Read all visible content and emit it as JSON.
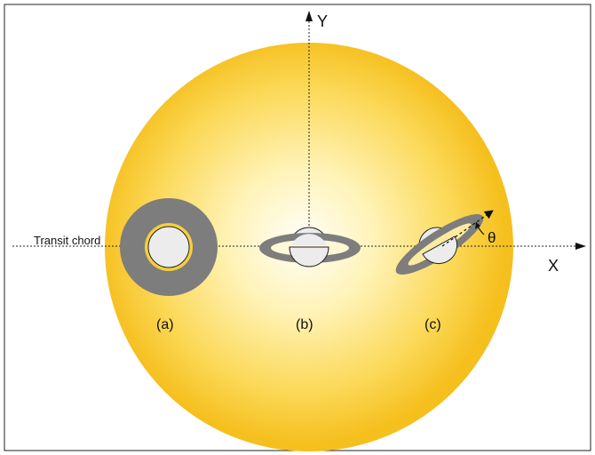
{
  "axes": {
    "y_label": "Y",
    "x_label": "X"
  },
  "chord": {
    "label": "Transit chord"
  },
  "panels": [
    {
      "label": "(a)",
      "inclination": "face-on"
    },
    {
      "label": "(b)",
      "inclination": "edge-on"
    },
    {
      "label": "(c)",
      "inclination": "tilted"
    }
  ],
  "angle": {
    "label": "θ"
  },
  "colors": {
    "star_center": "#fffdf4",
    "star_edge": "#f6c01e",
    "ring": "#7d7d7d",
    "planet": "#ececec",
    "frame": "#222222"
  }
}
